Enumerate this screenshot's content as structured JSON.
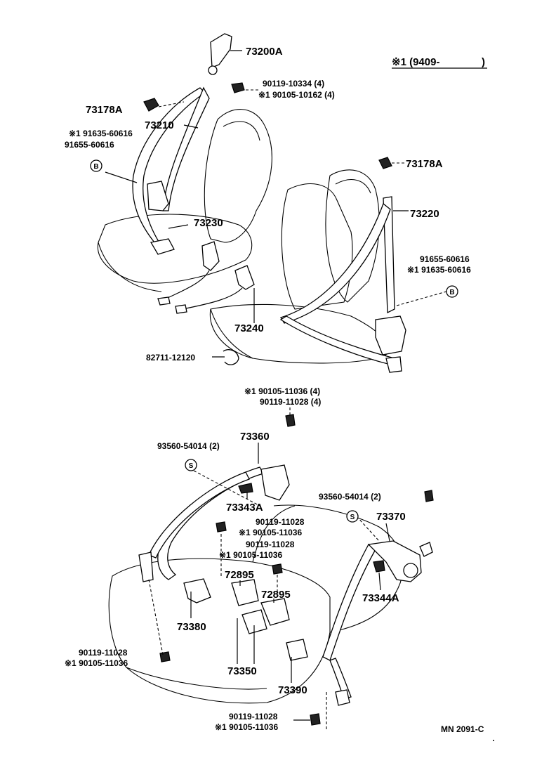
{
  "header_note": "※1 (9409-",
  "header_note_close": ")",
  "footer_code": "MN  2091-C",
  "callouts": {
    "c73200A": "73200A",
    "c90119_10334": "90119-10334 (4)",
    "c90105_10162": "※1 90105-10162 (4)",
    "c73178A_left": "73178A",
    "c73210": "73210",
    "c91635_left": "※1 91635-60616",
    "c91655_left": "91655-60616",
    "c73230": "73230",
    "c73240": "73240",
    "c82711": "82711-12120",
    "c73178A_right": "73178A",
    "c73220": "73220",
    "c91655_right": "91655-60616",
    "c91635_right": "※1 91635-60616",
    "c90105_11036_top": "※1 90105-11036 (4)",
    "c90119_11028_top": "90119-11028 (4)",
    "c73360": "73360",
    "c93560_left": "93560-54014 (2)",
    "c73343A": "73343A",
    "c93560_right": "93560-54014 (2)",
    "c73370": "73370",
    "c90119_11028_a": "90119-11028",
    "c90105_11036_a": "※1 90105-11036",
    "c90119_11028_b": "90119-11028",
    "c90105_11036_b": "※1 90105-11036",
    "c72895_left": "72895",
    "c72895_right": "72895",
    "c73344A": "73344A",
    "c73380": "73380",
    "c90119_11028_c": "90119-11028",
    "c90105_11036_c": "※1 90105-11036",
    "c73350": "73350",
    "c73390": "73390",
    "c90119_11028_d": "90119-11028",
    "c90105_11036_d": "※1 90105-11036"
  },
  "markers": {
    "b": "B",
    "s": "S"
  }
}
